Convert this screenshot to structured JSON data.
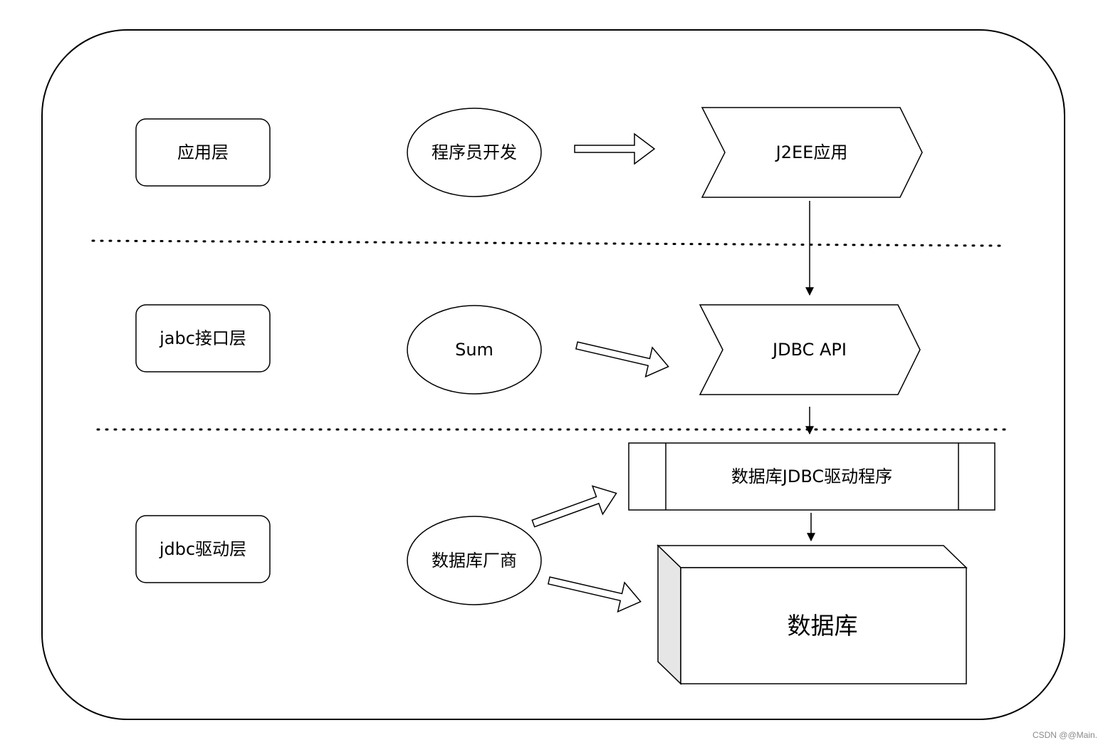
{
  "layers": {
    "application": "应用层",
    "interface": "jabc接口层",
    "driver": "jdbc驱动层"
  },
  "actors": {
    "developer": "程序员开发",
    "sun": "Sum",
    "vendor": "数据库厂商"
  },
  "components": {
    "j2ee_app": "J2EE应用",
    "jdbc_api": "JDBC API",
    "jdbc_driver": "数据库JDBC驱动程序",
    "database": "数据库"
  },
  "watermark": "CSDN @@Main."
}
